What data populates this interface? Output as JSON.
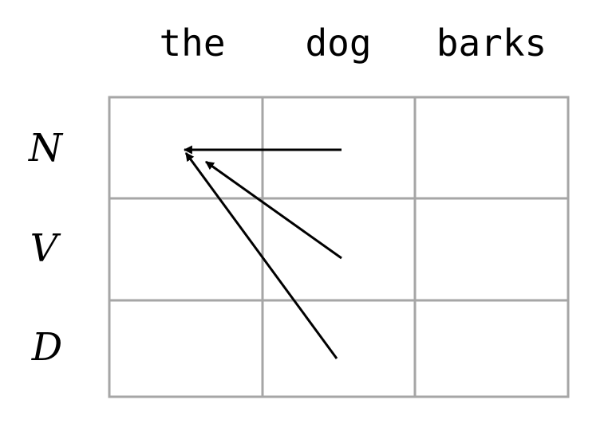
{
  "columns": [
    "the",
    "dog",
    "barks"
  ],
  "rows": [
    "N",
    "V",
    "D"
  ],
  "arrows": [
    {
      "from": {
        "row": 0,
        "col": 1
      },
      "to": {
        "row": 0,
        "col": 0
      }
    },
    {
      "from": {
        "row": 1,
        "col": 1
      },
      "to": {
        "row": 0,
        "col": 0
      }
    },
    {
      "from": {
        "row": 2,
        "col": 1
      },
      "to": {
        "row": 0,
        "col": 0
      }
    }
  ],
  "colors": {
    "grid": "#a6a6a6",
    "arrow": "#000000",
    "text": "#000000",
    "background": "#ffffff"
  }
}
